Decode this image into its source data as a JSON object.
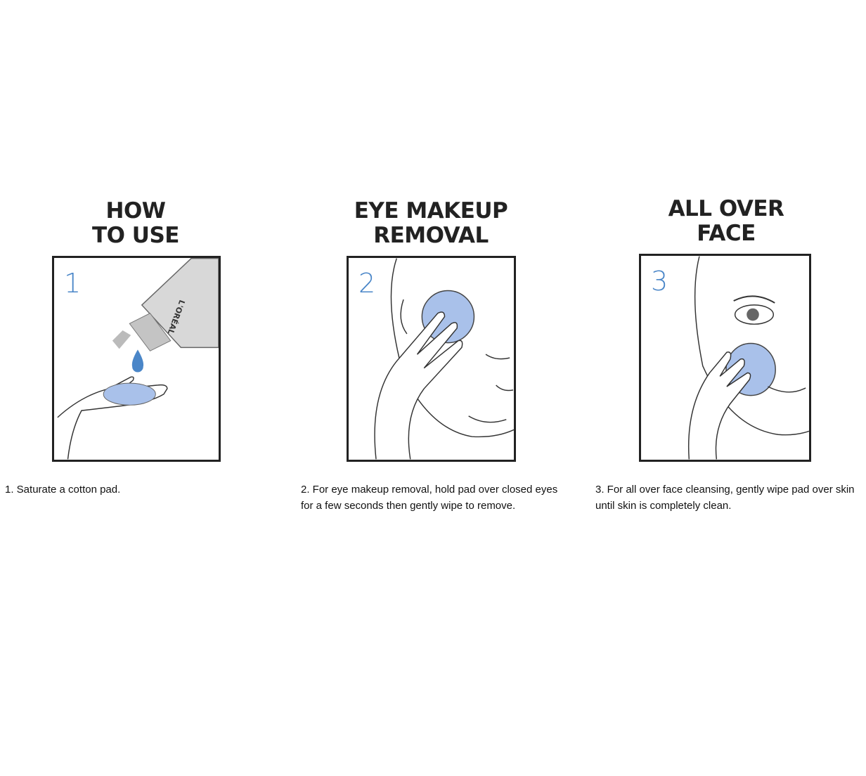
{
  "steps": [
    {
      "title_line1": "HOW",
      "title_line2": "TO USE",
      "number": "1",
      "brand": "L'ORÉAL",
      "caption": "1. Saturate a cotton pad."
    },
    {
      "title_line1": "EYE MAKEUP",
      "title_line2": "REMOVAL",
      "number": "2",
      "caption": "2. For eye makeup removal, hold pad over closed eyes for a few seconds then gently wipe to remove."
    },
    {
      "title_line1": "ALL OVER",
      "title_line2": "FACE",
      "number": "3",
      "caption": "3. For all over face cleansing, gently wipe pad over skin until skin is completely clean."
    }
  ],
  "colors": {
    "accent": "#4a86c8",
    "pad": "#a9c1ea",
    "border": "#222222"
  }
}
